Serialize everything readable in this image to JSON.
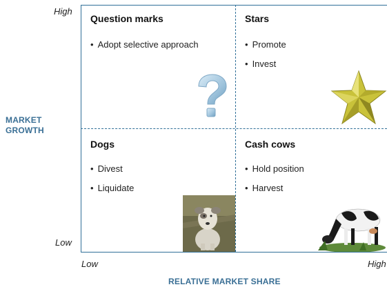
{
  "y_axis": {
    "title_line1": "MARKET",
    "title_line2": "GROWTH",
    "high": "High",
    "low": "Low"
  },
  "x_axis": {
    "title": "RELATIVE MARKET SHARE",
    "low": "Low",
    "high": "High"
  },
  "quadrants": {
    "top_left": {
      "title": "Question marks",
      "items": [
        "Adopt selective approach"
      ],
      "icon": "question-mark-icon"
    },
    "top_right": {
      "title": "Stars",
      "items": [
        "Promote",
        "Invest"
      ],
      "icon": "star-icon"
    },
    "bottom_left": {
      "title": "Dogs",
      "items": [
        "Divest",
        "Liquidate"
      ],
      "icon": "dog-photo"
    },
    "bottom_right": {
      "title": "Cash cows",
      "items": [
        "Hold position",
        "Harvest"
      ],
      "icon": "cow-photo"
    }
  },
  "colors": {
    "axis_title": "#3a6f95",
    "frame": "#2f6f98",
    "star": "#c9c23a",
    "question_mark": "#9ec3dc"
  }
}
